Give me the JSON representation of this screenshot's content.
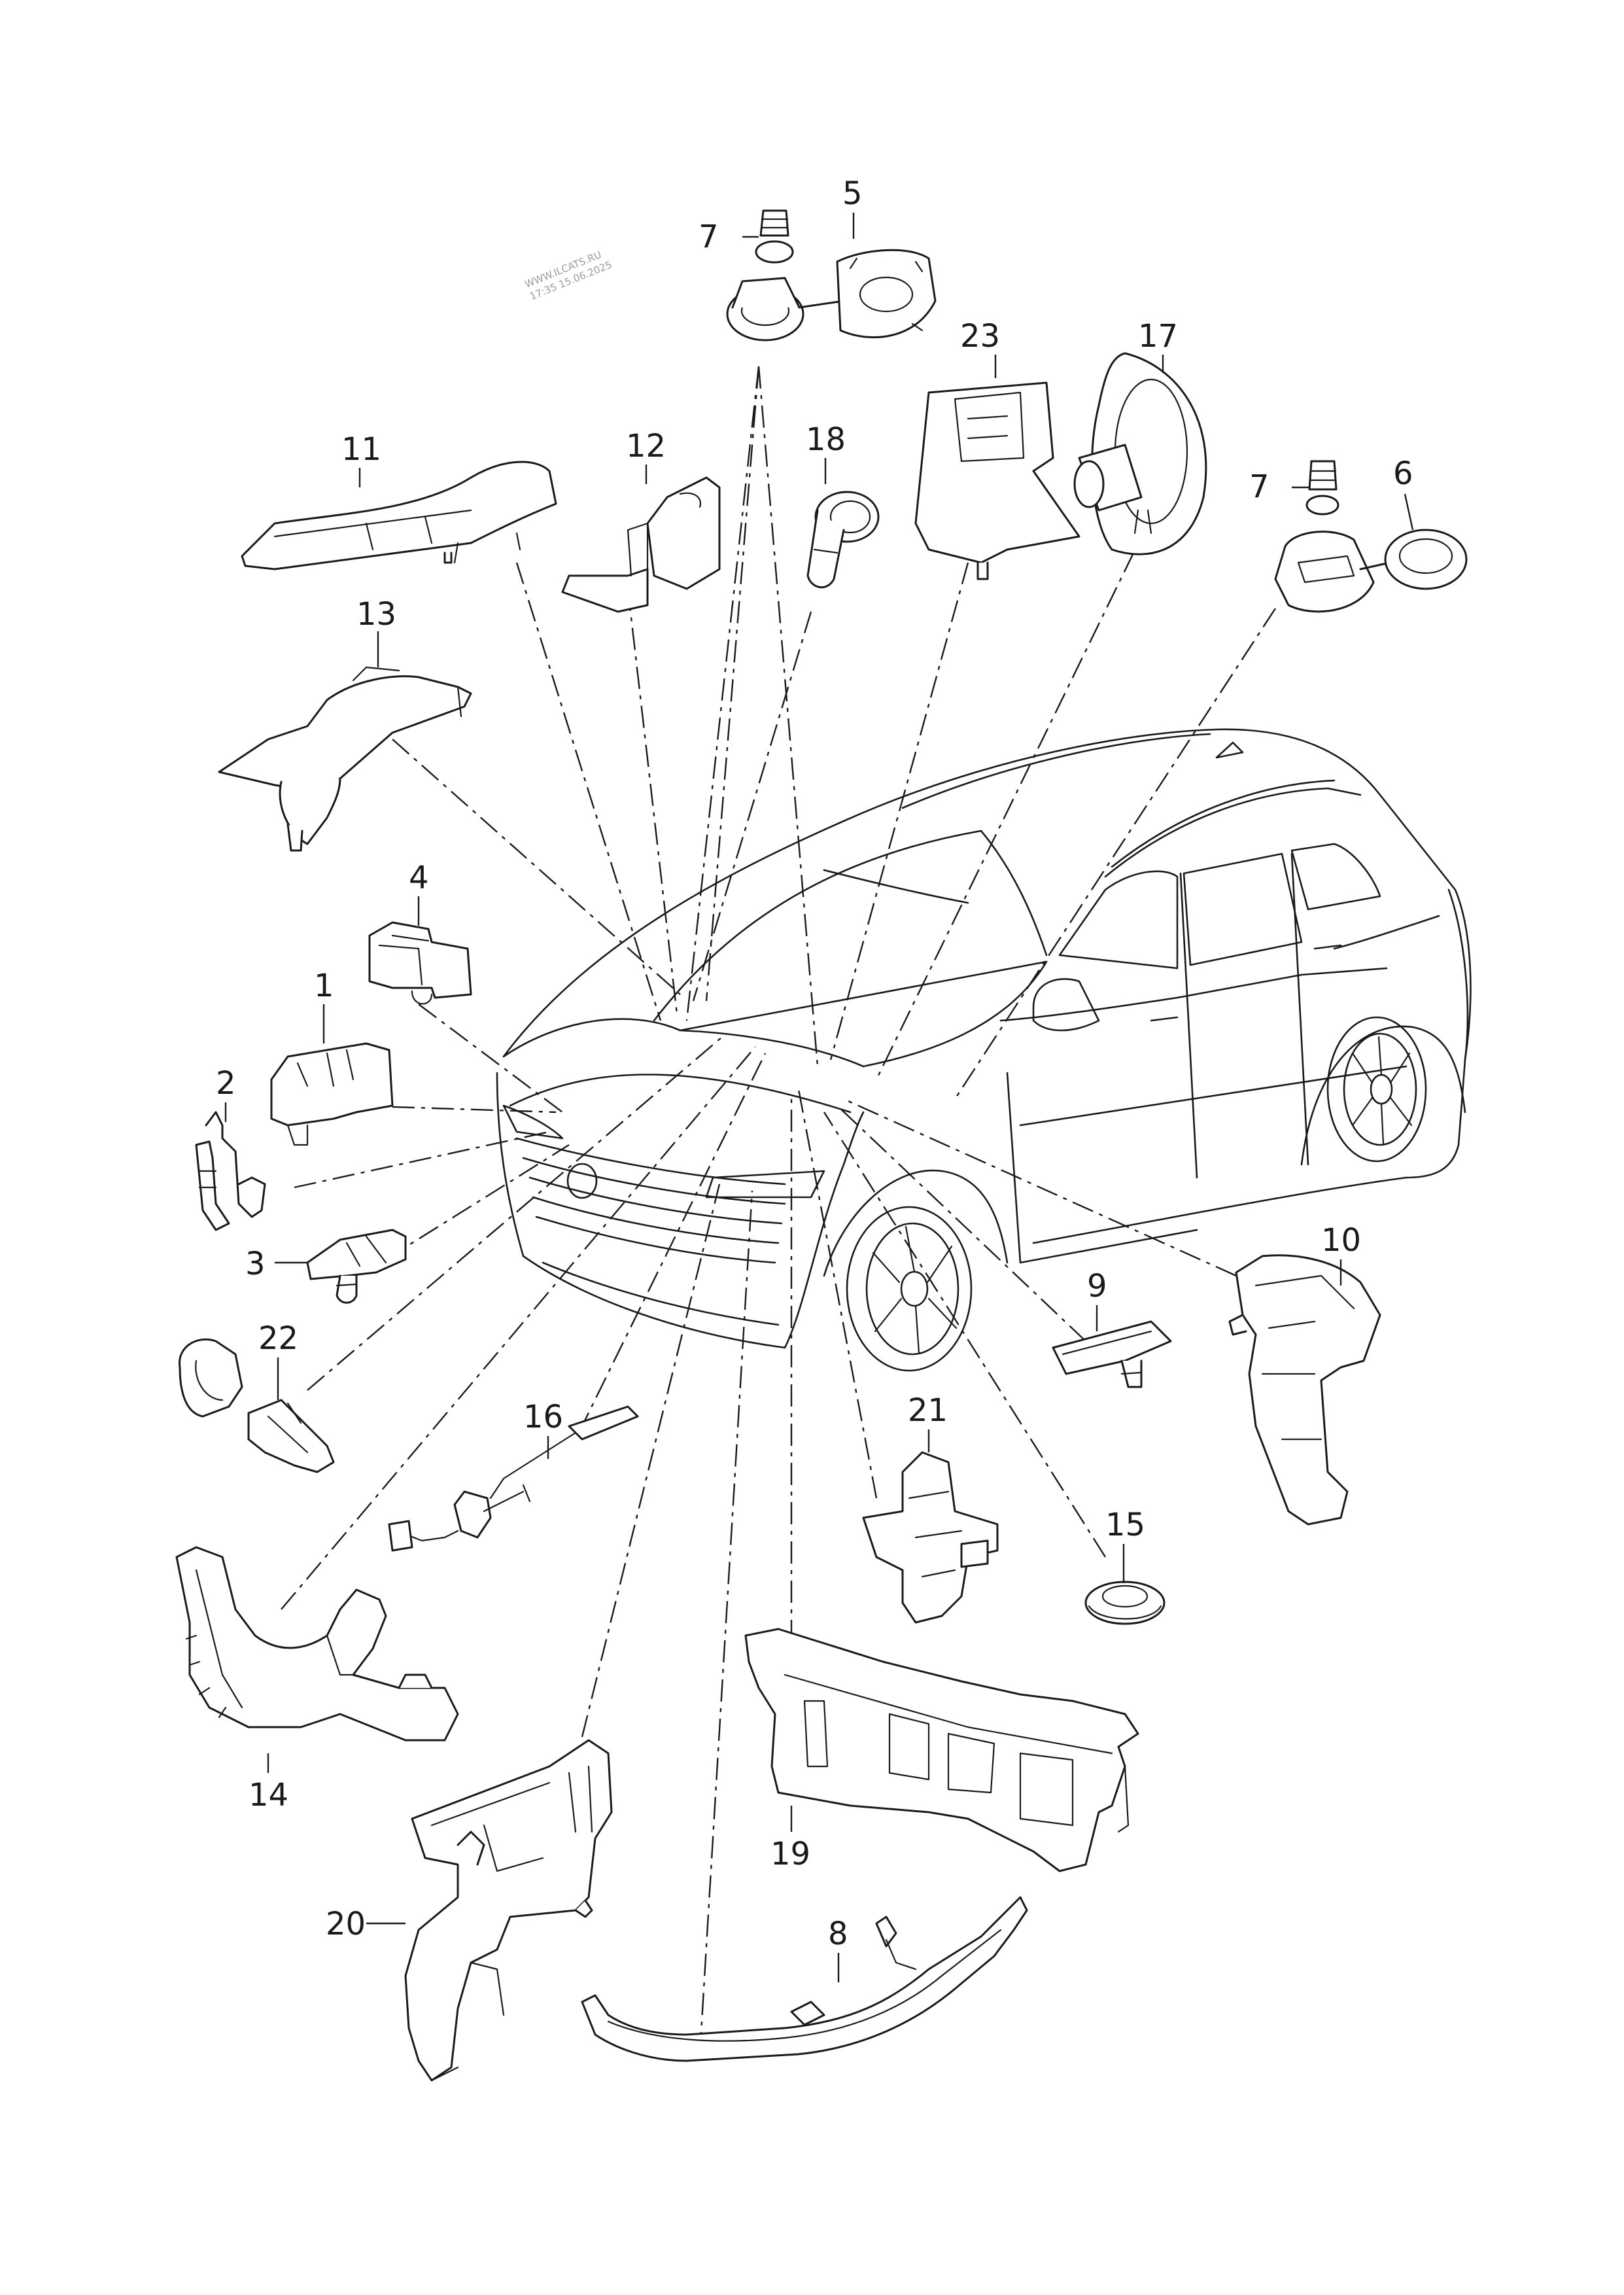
{
  "stamp": {
    "line1": "WWW.ILCATS.RU",
    "line2": "17:35 15.06.2025"
  },
  "callouts": {
    "c1": "1",
    "c2": "2",
    "c3": "3",
    "c4": "4",
    "c5": "5",
    "c6": "6",
    "c7a": "7",
    "c7b": "7",
    "c8": "8",
    "c9": "9",
    "c10": "10",
    "c11": "11",
    "c12": "12",
    "c13": "13",
    "c14": "14",
    "c15": "15",
    "c16": "16",
    "c17": "17",
    "c18": "18",
    "c19": "19",
    "c20": "20",
    "c21": "21",
    "c22": "22",
    "c23": "23"
  }
}
